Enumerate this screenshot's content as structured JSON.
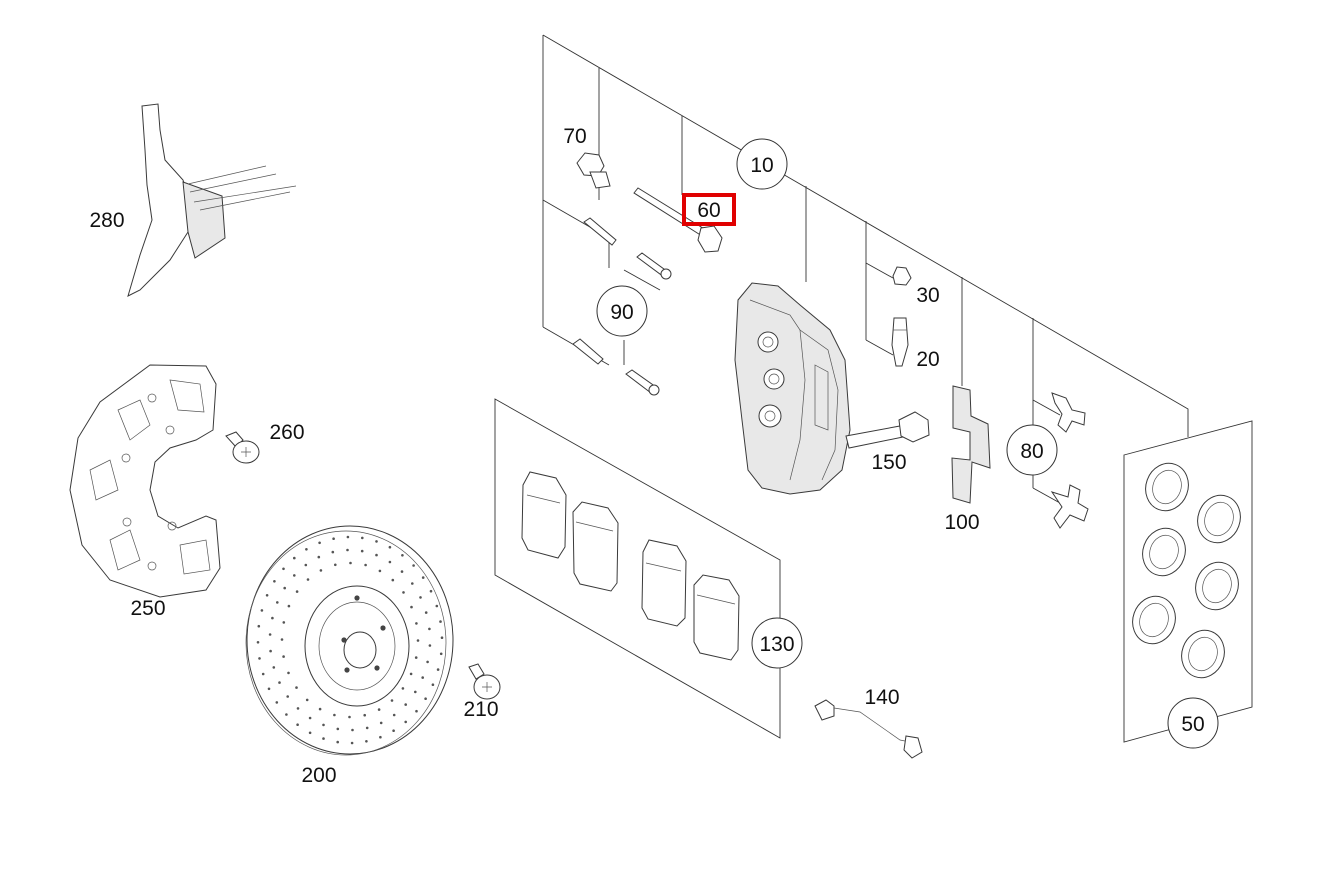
{
  "callouts": {
    "p10": "10",
    "p20": "20",
    "p30": "30",
    "p50": "50",
    "p60": "60",
    "p70": "70",
    "p80": "80",
    "p90": "90",
    "p100": "100",
    "p130": "130",
    "p140": "140",
    "p150": "150",
    "p200": "200",
    "p210": "210",
    "p250": "250",
    "p260": "260",
    "p280": "280"
  },
  "highlighted_part": "60",
  "colors": {
    "highlight": "#e00000",
    "line": "#333333"
  }
}
